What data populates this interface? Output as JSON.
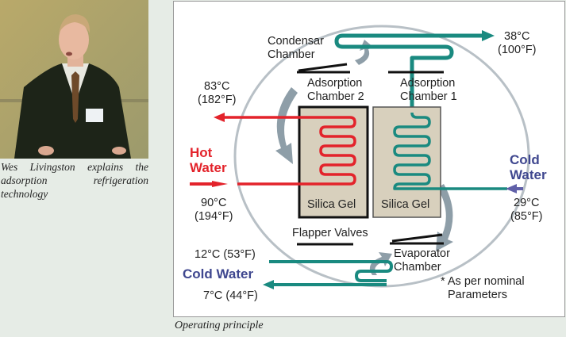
{
  "photo": {
    "caption": "Wes Livingston explains the adsorption refrigeration technology"
  },
  "figure": {
    "caption": "Operating principle",
    "colors": {
      "hot": "#e3232b",
      "cold_pipe": "#1a8a80",
      "cold_text": "#3f478f",
      "gel": "#d8d0bd",
      "flow": "#8e9ea8"
    },
    "labels": {
      "condenser_l1": "Condensar",
      "condenser_l2": "Chamber",
      "out_temp_c": "38°C",
      "out_temp_f": "(100°F)",
      "hot_out_c": "83°C",
      "hot_out_f": "(182°F)",
      "ads2_l1": "Adsorption",
      "ads2_l2": "Chamber 2",
      "ads1_l1": "Adsorption",
      "ads1_l2": "Chamber 1",
      "hot_l1": "Hot",
      "hot_l2": "Water",
      "hot_in_c": "90°C",
      "hot_in_f": "(194°F)",
      "cold_in_l1": "Cold",
      "cold_in_l2": "Water",
      "cold_in_c": "29°C",
      "cold_in_f": "(85°F)",
      "silica2": "Silica Gel",
      "silica1": "Silica Gel",
      "flapper": "Flapper Valves",
      "chilled_in": "12°C (53°F)",
      "chilled_name": "Cold Water",
      "chilled_out": "7°C (44°F)",
      "evap_l1": "Evaporator",
      "evap_l2": "Chamber",
      "note_l1": "* As per nominal",
      "note_l2": "Parameters"
    }
  }
}
